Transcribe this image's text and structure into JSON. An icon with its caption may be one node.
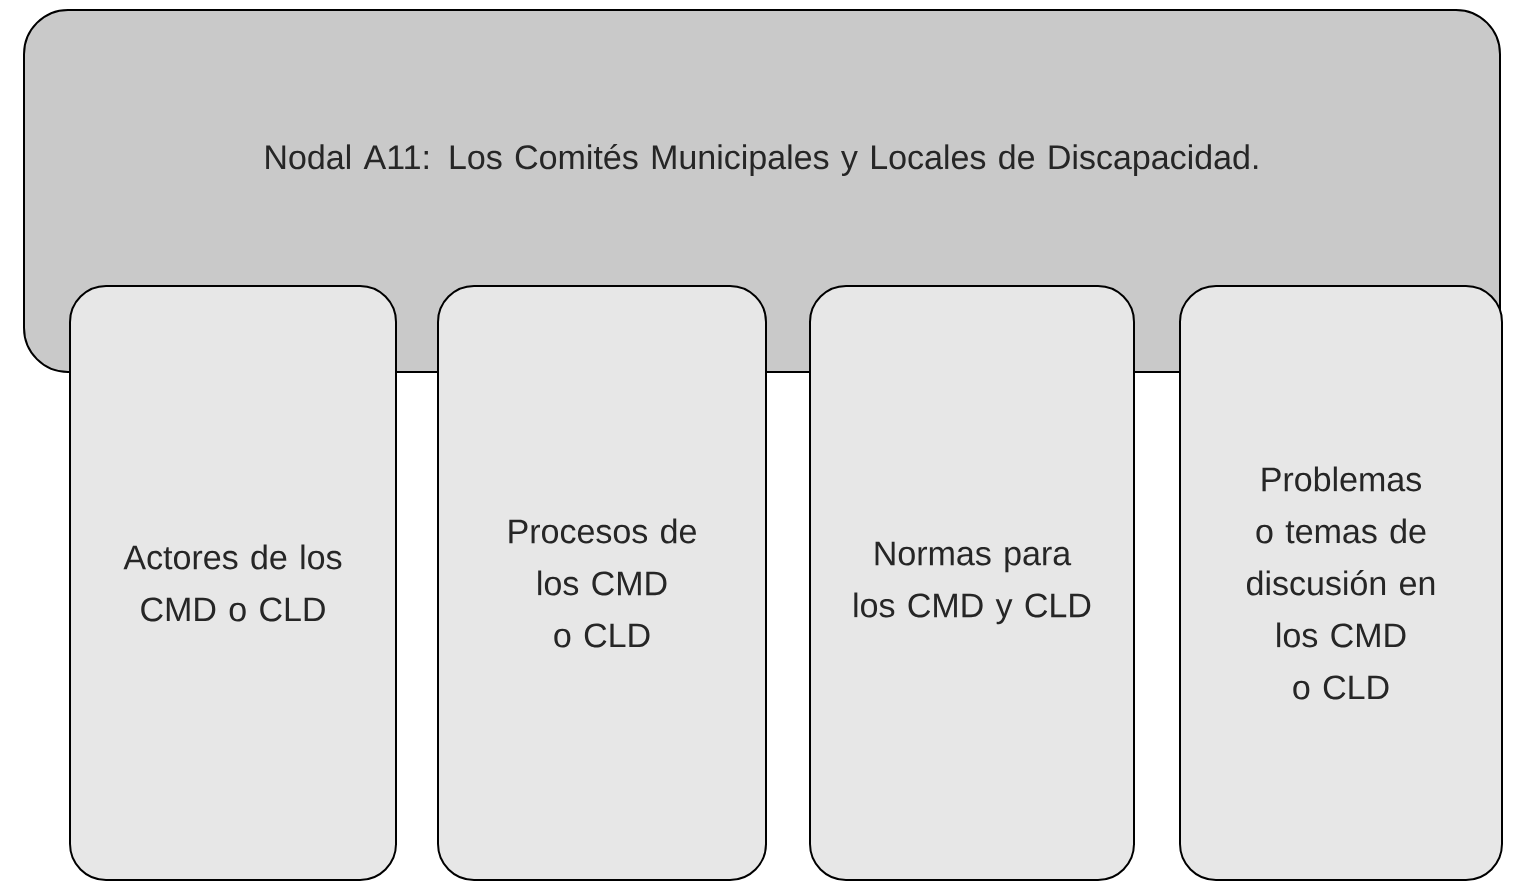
{
  "diagram": {
    "nodes": [
      {
        "text": [
          "Nodal A11: Los Comités Municipales y Locales de Discapacidad."
        ]
      },
      {
        "text": [
          "Actores de los CMD o CLD"
        ]
      },
      {
        "text": [
          "Procesos de los CMD o CLD"
        ]
      },
      {
        "text": [
          "Normas para los CMD y CLD"
        ]
      },
      {
        "text": [
          "Problemas o temas de discusión en los CMD o CLD"
        ]
      }
    ]
  }
}
